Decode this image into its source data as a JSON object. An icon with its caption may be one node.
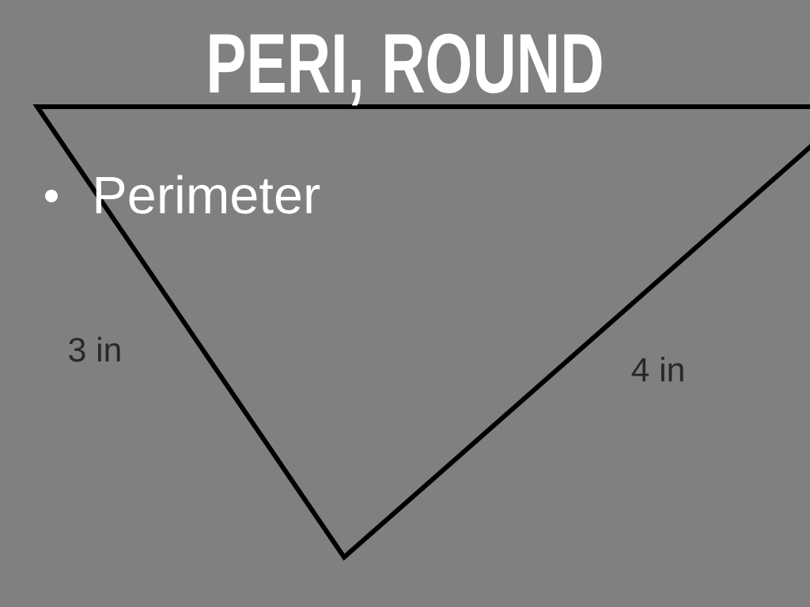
{
  "diagram": {
    "title": "PERI, ROUND",
    "labels": [
      "Perimeter",
      "3 in",
      "4 in"
    ]
  }
}
